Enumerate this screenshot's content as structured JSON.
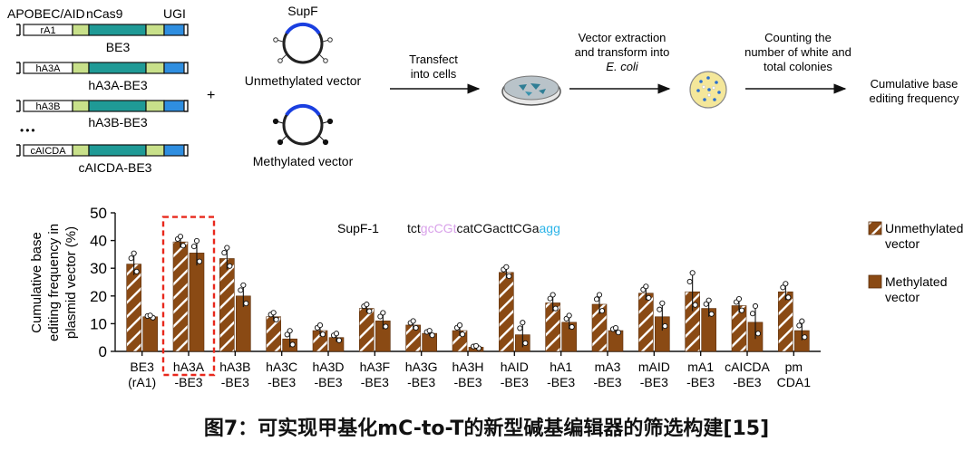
{
  "workflow": {
    "header_labels": [
      "APOBEC/AID",
      "nCas9",
      "UGI"
    ],
    "constructs": [
      {
        "box_label": "rA1",
        "name": "BE3"
      },
      {
        "box_label": "hA3A",
        "name": "hA3A-BE3"
      },
      {
        "box_label": "hA3B",
        "name": "hA3B-BE3"
      },
      {
        "box_label": "cAICDA",
        "name": "cAICDA-BE3"
      }
    ],
    "ellipsis": "•••",
    "plus": "+",
    "supf_label": "SupF",
    "unmethylated_label": "Unmethylated vector",
    "methylated_label": "Methylated vector",
    "step_transfect": [
      "Transfect",
      "into cells"
    ],
    "step_extract": [
      "Vector extraction",
      "and transform into"
    ],
    "step_extract_italic": "E. coli",
    "step_count": [
      "Counting the",
      "number of white and",
      "total colonies"
    ],
    "step_final": [
      "Cumulative base",
      "editing frequency"
    ],
    "colors": {
      "cdd_green": "#c8e08a",
      "ncas9_teal": "#1f9a96",
      "ugi_blue": "#2f8ee0",
      "plasmid_blue": "#1a3fe0"
    }
  },
  "chart_data": {
    "type": "bar",
    "ylabel": [
      "Cumulative base",
      "editing frequency in",
      "plasmid vector (%)"
    ],
    "ylim": [
      0,
      50
    ],
    "yticks": [
      0,
      10,
      20,
      30,
      40,
      50
    ],
    "categories": [
      [
        "BE3",
        "(rA1)"
      ],
      [
        "hA3A",
        "-BE3"
      ],
      [
        "hA3B",
        "-BE3"
      ],
      [
        "hA3C",
        "-BE3"
      ],
      [
        "hA3D",
        "-BE3"
      ],
      [
        "hA3F",
        "-BE3"
      ],
      [
        "hA3G",
        "-BE3"
      ],
      [
        "hA3H",
        "-BE3"
      ],
      [
        "hAID",
        "-BE3"
      ],
      [
        "hA1",
        "-BE3"
      ],
      [
        "mA3",
        "-BE3"
      ],
      [
        "mAID",
        "-BE3"
      ],
      [
        "mA1",
        "-BE3"
      ],
      [
        "cAICDA",
        "-BE3"
      ],
      [
        "pm",
        "CDA1"
      ]
    ],
    "series": [
      {
        "name": "Unmethylated vector",
        "values": [
          31.5,
          39.5,
          33.5,
          12.5,
          7.5,
          15.5,
          9.5,
          7.5,
          28.5,
          17.5,
          17,
          21,
          21.5,
          16.5,
          21.5
        ],
        "errors": [
          4,
          2,
          4,
          1.5,
          2,
          1.5,
          1.5,
          2,
          2,
          3,
          3.5,
          2.5,
          7,
          2.5,
          3
        ]
      },
      {
        "name": "Methylated vector",
        "values": [
          12.5,
          35.5,
          20,
          4.5,
          5,
          11,
          6.5,
          1.5,
          6,
          10.5,
          7.5,
          12.5,
          15.5,
          10.5,
          7.5
        ],
        "errors": [
          0.5,
          4.5,
          4,
          3,
          1.5,
          3,
          1,
          0.5,
          4.5,
          2.5,
          1,
          5,
          3,
          6,
          3.5
        ]
      }
    ],
    "highlight_category": "hA3A",
    "annotation": {
      "label": "SupF-1",
      "sequence": [
        {
          "text": "tct",
          "color": "#111111"
        },
        {
          "text": "gcCGt",
          "color": "#d9a2ea"
        },
        {
          "text": "catCGacttCGa",
          "color": "#111111"
        },
        {
          "text": "agg",
          "color": "#2cb4e8"
        }
      ]
    },
    "legend": [
      {
        "label": [
          "Unmethylated",
          "vector"
        ],
        "pattern": "hatched"
      },
      {
        "label": [
          "Methylated",
          "vector"
        ],
        "pattern": "solid"
      }
    ],
    "legend_position": "right",
    "bar_color": "#8a4a14"
  },
  "caption": "图7：可实现甲基化mC-to-T的新型碱基编辑器的筛选构建[15]"
}
